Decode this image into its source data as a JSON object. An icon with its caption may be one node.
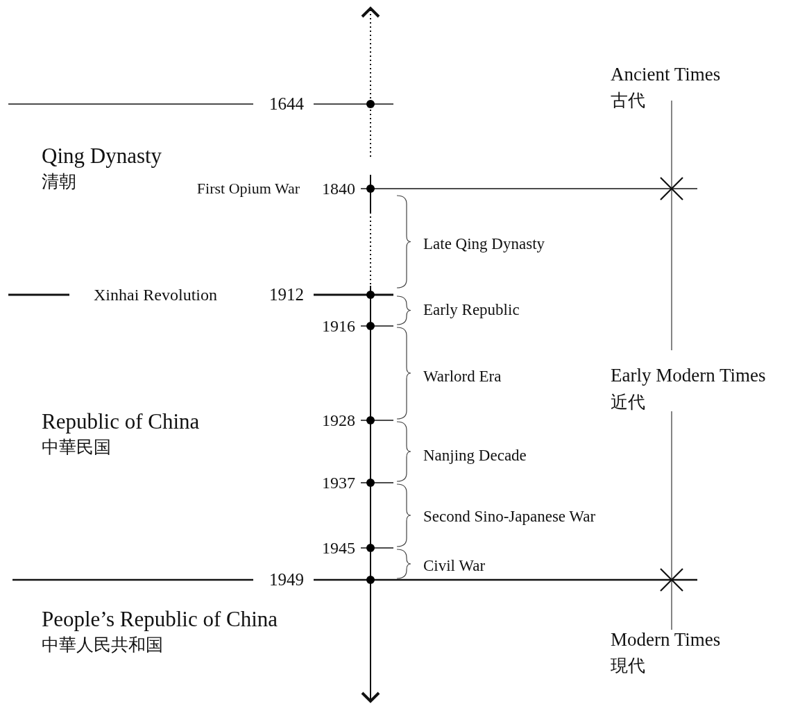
{
  "diagram": {
    "labels": [
      "1644",
      "Ancient Times",
      "古代",
      "Qing Dynasty",
      "清朝",
      "First Opium War",
      "1840",
      "Late Qing Dynasty",
      "Xinhai Revolution",
      "1912",
      "Early Republic",
      "1916",
      "Warlord Era",
      "Early Modern Times",
      "近代",
      "Republic of China",
      "中華民国",
      "1928",
      "Nanjing Decade",
      "1937",
      "Second Sino-Japanese War",
      "1945",
      "Civil War",
      "1949",
      "People’s Republic of China",
      "中華人民共和国",
      "Modern Times",
      "現代"
    ]
  }
}
